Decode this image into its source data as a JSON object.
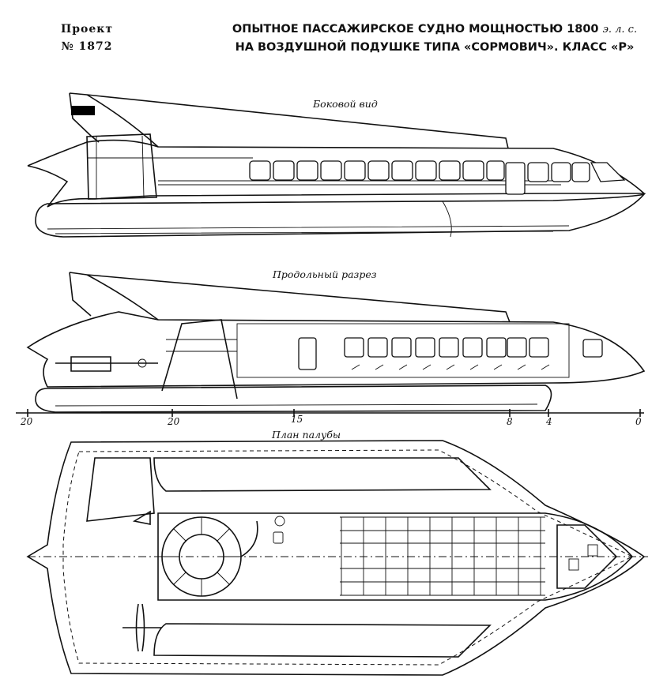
{
  "header": {
    "project_label": "Проект",
    "project_number": "№ 1872",
    "title_line1": "ОПЫТНОЕ ПАССАЖИРСКОЕ СУДНО МОЩНОСТЬЮ 1800",
    "title_unit": "э. л. с.",
    "title_line2": "НА ВОЗДУШНОЙ ПОДУШКЕ ТИПА «СОРМОВИЧ». КЛАСС «Р»"
  },
  "views": {
    "side": "Боковой вид",
    "section": "Продольный разрез",
    "deck": "План палубы"
  },
  "scale": {
    "marks": [
      "20",
      "20",
      "15",
      "8",
      "4",
      "0"
    ]
  },
  "drawing": {
    "line_color": "#111111",
    "background": "#ffffff",
    "flag_color": "#000000"
  }
}
